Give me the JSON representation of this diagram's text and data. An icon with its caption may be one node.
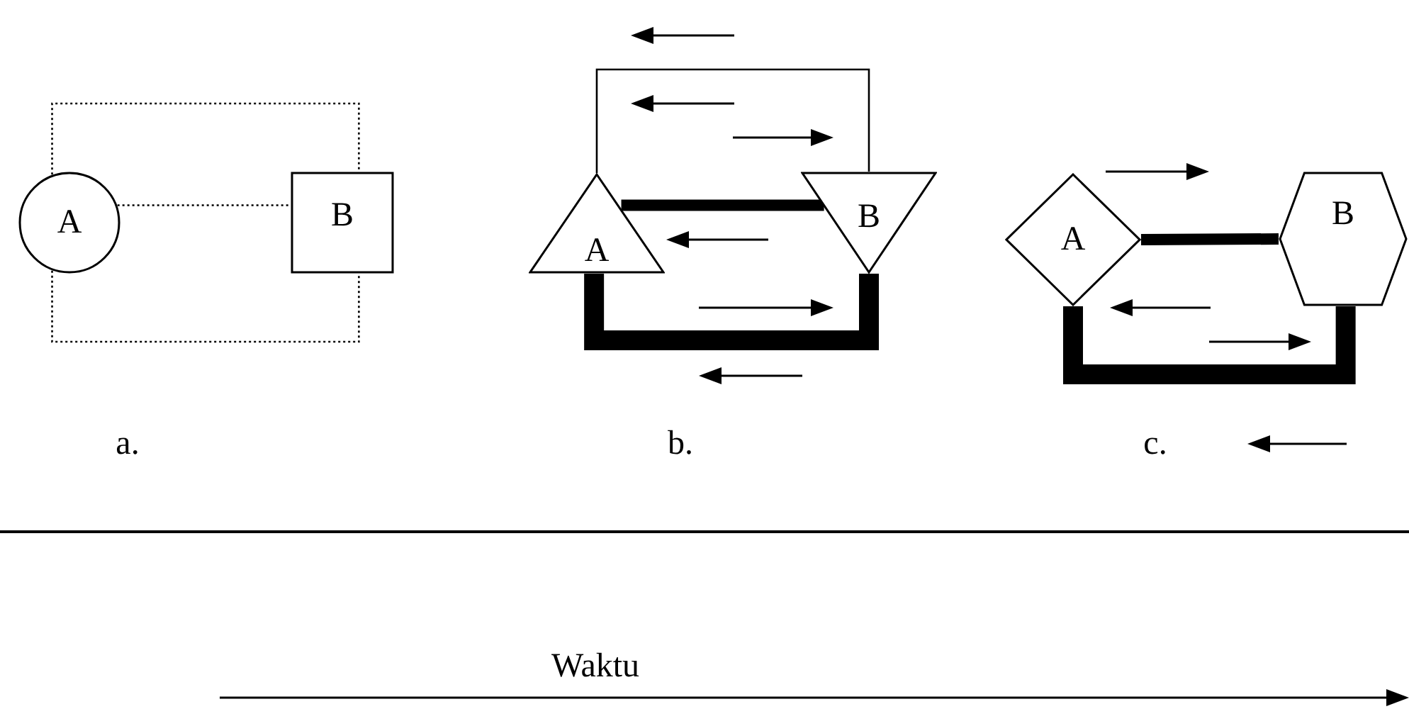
{
  "diagram": {
    "nodes": [
      {
        "text": [
          "A"
        ]
      },
      {
        "text": [
          "B"
        ]
      },
      {
        "text": [
          "A"
        ]
      },
      {
        "text": [
          "B"
        ]
      },
      {
        "text": [
          "A"
        ]
      },
      {
        "text": [
          "B"
        ]
      }
    ],
    "edges": [
      {
        "from": 0,
        "to": 1,
        "arrow": "none",
        "style": "dashed"
      },
      {
        "from": 0,
        "to": 1,
        "arrow": "none",
        "style": "dashed"
      },
      {
        "from": 0,
        "to": 1,
        "arrow": "none",
        "style": "dashed"
      },
      {
        "from": 2,
        "to": 3,
        "arrow": "none"
      },
      {
        "from": 2,
        "to": 3,
        "arrow": "none",
        "style": "thick"
      },
      {
        "from": 2,
        "to": 3,
        "arrow": "none",
        "style": "thick"
      },
      {
        "from": 4,
        "to": 5,
        "arrow": "none",
        "style": "thick"
      },
      {
        "from": 4,
        "to": 5,
        "arrow": "none",
        "style": "thick"
      }
    ],
    "labels": [
      "a.",
      "b.",
      "c.",
      "Waktu"
    ]
  }
}
